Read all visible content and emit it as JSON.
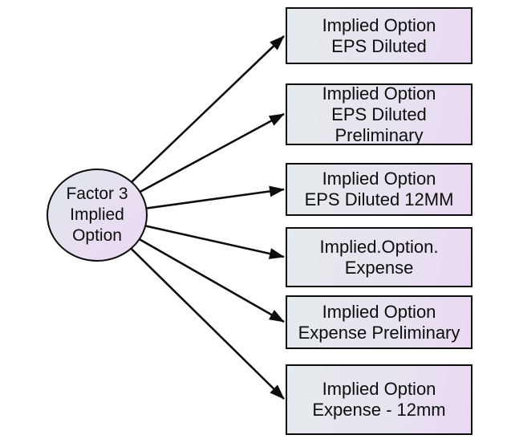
{
  "diagram": {
    "factor": {
      "label": "Factor 3\nImplied\nOption"
    },
    "nodes": [
      {
        "label": "Implied Option\nEPS Diluted"
      },
      {
        "label": "Implied Option\nEPS Diluted\nPreliminary"
      },
      {
        "label": "Implied Option\nEPS Diluted 12MM"
      },
      {
        "label": "Implied.Option.\nExpense"
      },
      {
        "label": "Implied Option\nExpense Preliminary"
      },
      {
        "label": "Implied Option\nExpense - 12mm"
      }
    ],
    "colors": {
      "background": "#ffffff",
      "border": "#0d0d0d",
      "arrow": "#0d0d0d",
      "node_fill_left": "#e6ebee",
      "node_fill_right": "#ead8f3",
      "factor_fill_topleft": "#dfe7ea",
      "factor_fill_bottomright": "#ecd8f4",
      "text": "#0d0d0d"
    }
  }
}
